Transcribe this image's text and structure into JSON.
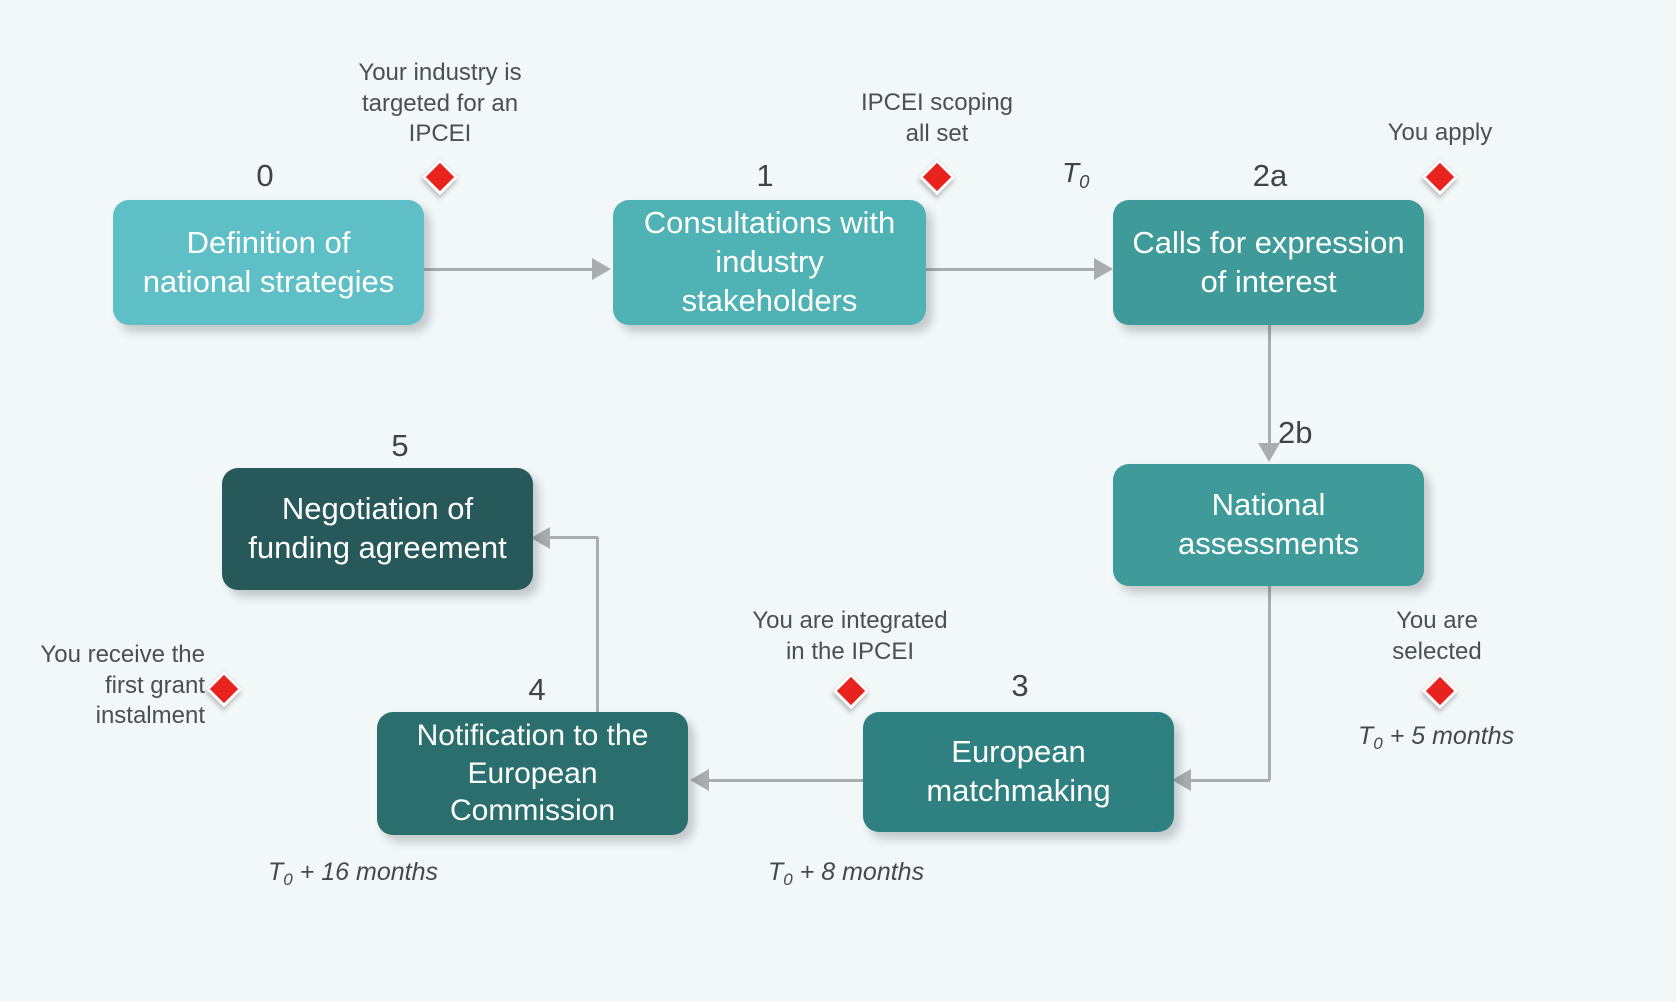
{
  "diagram": {
    "background_color": "#f2f7f8",
    "milestone_color": "#e8231e",
    "connector_color": "#a9adae"
  },
  "nodes": [
    {
      "id": "node-0",
      "step": "0",
      "label": "Definition of national strategies",
      "color": "#5ec0c6"
    },
    {
      "id": "node-1",
      "step": "1",
      "label": "Consultations with industry stakeholders",
      "color": "#4fb3b5"
    },
    {
      "id": "node-2a",
      "step": "2a",
      "label": "Calls for expression of interest",
      "color": "#3f9a9a"
    },
    {
      "id": "node-2b",
      "step": "2b",
      "label": "National assessments",
      "color": "#3f9a9a"
    },
    {
      "id": "node-3",
      "step": "3",
      "label": "European matchmaking",
      "color": "#2f8080"
    },
    {
      "id": "node-4",
      "step": "4",
      "label": "Notification to the European Commission",
      "color": "#2a6f6d"
    },
    {
      "id": "node-5",
      "step": "5",
      "label": "Negotiation of funding agreement",
      "color": "#27595a"
    }
  ],
  "milestones": [
    {
      "id": "milestone-industry-targeted",
      "text": "Your industry is\ntargeted for an\nIPCEI"
    },
    {
      "id": "milestone-scoping-set",
      "text": "IPCEI scoping\nall set"
    },
    {
      "id": "milestone-you-apply",
      "text": "You apply"
    },
    {
      "id": "milestone-you-are-selected",
      "text": "You are\nselected"
    },
    {
      "id": "milestone-integrated-ipcei",
      "text": "You are integrated\nin the IPCEI"
    },
    {
      "id": "milestone-first-grant",
      "text": "You receive the\nfirst grant\ninstalment"
    }
  ],
  "time_labels": {
    "t0": {
      "base": "T",
      "sub": "0"
    },
    "t0_plus_5": {
      "base": "T",
      "sub": "0",
      "rest": " + 5 months"
    },
    "t0_plus_8": {
      "base": "T",
      "sub": "0",
      "rest": " + 8 months"
    },
    "t0_plus_16": {
      "base": "T",
      "sub": "0",
      "rest": " + 16 months"
    }
  }
}
